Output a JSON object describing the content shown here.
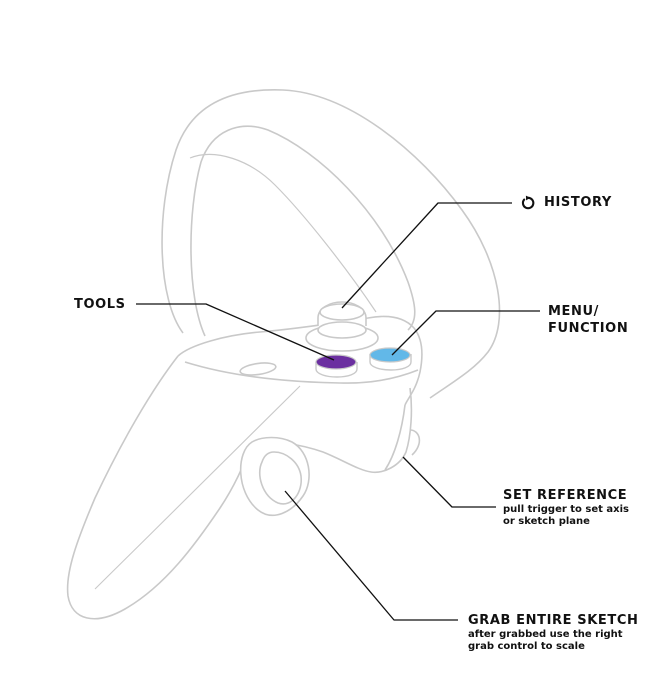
{
  "callouts": {
    "history": {
      "icon": "history-icon",
      "title": "HISTORY"
    },
    "tools": {
      "title": "TOOLS"
    },
    "menu": {
      "title_line1": "MENU/",
      "title_line2": "FUNCTION"
    },
    "set_reference": {
      "title": "SET REFERENCE",
      "desc_line1": "pull trigger to set axis",
      "desc_line2": "or sketch plane"
    },
    "grab": {
      "title": "GRAB ENTIRE SKETCH",
      "desc_line1": "after grabbed use the right",
      "desc_line2": "grab control to scale"
    }
  },
  "colors": {
    "outline": "#c9c9c9",
    "leader": "#111111",
    "tools_button": "#6b2fa0",
    "menu_button": "#62b8e8"
  }
}
